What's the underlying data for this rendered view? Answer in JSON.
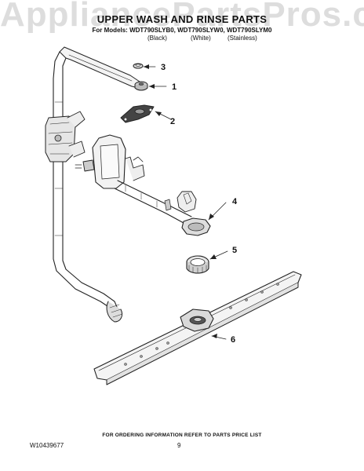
{
  "watermark": "AppliancePartsPros.com",
  "header": {
    "title": "UPPER WASH AND RINSE PARTS",
    "models": "For Models: WDT790SLYB0, WDT790SLYW0, WDT790SLYM0",
    "finishes": [
      "(Black)",
      "(White)",
      "(Stainless)"
    ]
  },
  "callouts": [
    "3",
    "1",
    "2",
    "4",
    "5",
    "6"
  ],
  "footer": {
    "ordering_note": "FOR ORDERING INFORMATION REFER TO PARTS PRICE LIST",
    "document_number": "W10439677",
    "page_number": "9"
  }
}
